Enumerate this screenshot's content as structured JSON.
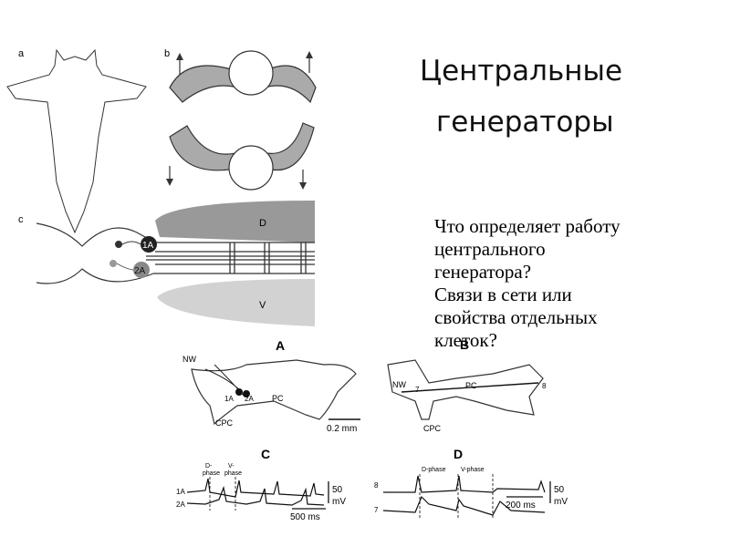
{
  "slide": {
    "title_line1": "Центральные",
    "title_line2": "генераторы",
    "question": [
      "Что определяет работу",
      "центрального",
      "генератора?",
      "Связи в сети или",
      "свойства отдельных",
      "клеток?"
    ]
  },
  "figure": {
    "panel_labels": {
      "a": "a",
      "b": "b",
      "c": "c"
    },
    "segment_labels": {
      "dorsal": "D",
      "ventral": "V"
    },
    "neuron_labels": {
      "n1": "1A",
      "n2": "2A"
    },
    "lower_panels": {
      "A": "A",
      "C": "C",
      "D": "D",
      "B": "B"
    },
    "anatomy_labels": {
      "nw_left": "NW",
      "pc_left": "PC",
      "cpc_left": "CPC",
      "n1a": "1A",
      "n2a": "2A",
      "nw_right": "NW",
      "pc_right": "PC",
      "cpc_right": "CPC",
      "n7": "7",
      "n8": "8",
      "scale": "0.2 mm"
    },
    "trace_C": {
      "d_phase": "D-\nphase",
      "v_phase": "V-\nphase",
      "row1": "1A",
      "row2": "2A",
      "volt": "50",
      "volt_unit": "mV",
      "time": "500 ms"
    },
    "trace_D": {
      "d_phase": "D-phase",
      "v_phase": "V-phase",
      "row1": "8",
      "row2": "7",
      "volt": "50",
      "volt_unit": "mV",
      "time": "200 ms"
    }
  }
}
